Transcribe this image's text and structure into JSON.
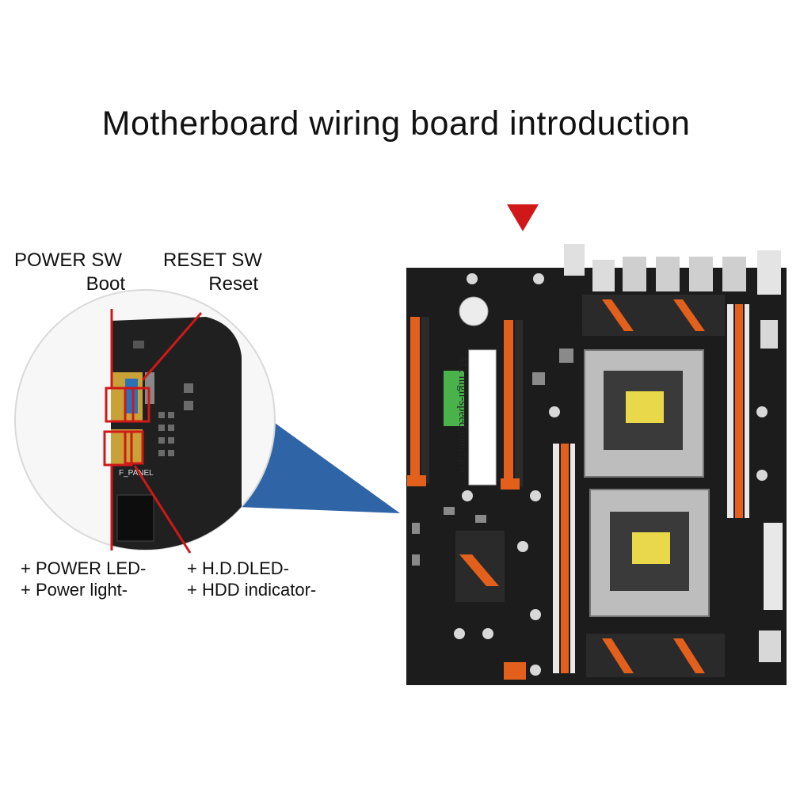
{
  "title": "Motherboard wiring board introduction",
  "labels": {
    "power_sw_line1": "POWER SW",
    "power_sw_line2": "Boot",
    "reset_sw_line1": "RESET SW",
    "reset_sw_line2": "Reset",
    "power_led_line1": "+ POWER LED-",
    "power_led_line2": "+ Power light-",
    "hdd_led_line1": "+ H.D.DLED-",
    "hdd_led_line2": "+ HDD indicator-",
    "m2_label": "M2 high-speed interface",
    "panel_silk": "F_PANEL"
  },
  "colors": {
    "board": "#1c1c1c",
    "accent_orange": "#e2601c",
    "marker_red": "#d01818",
    "magnifier_blue": "#2f64a6"
  },
  "icons": [
    "down-triangle-icon"
  ]
}
